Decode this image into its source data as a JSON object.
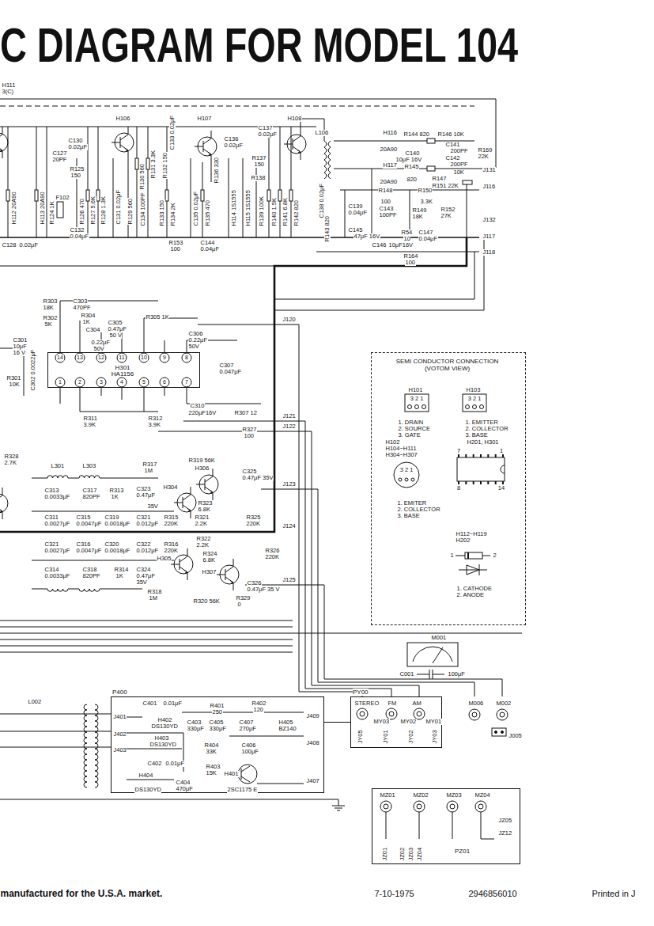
{
  "diagram": {
    "title": "C DIAGRAM FOR MODEL 104",
    "nodes": [
      {
        "text": [
          "SEMI CONDUCTOR CONNECTION (VOTOM VIEW)"
        ]
      },
      {
        "text": [
          "H301",
          "HA1156"
        ]
      },
      {
        "text": [
          "P400"
        ]
      },
      {
        "text": [
          "PY00"
        ]
      },
      {
        "text": [
          "PZ01"
        ]
      }
    ],
    "edges": [
      {
        "from": 2,
        "to": 3,
        "arrow": "none"
      }
    ],
    "labels": [
      "H111",
      "3(C)",
      "H106",
      "H107",
      "H108",
      "C127",
      "20PF",
      "C130",
      "0.02μF",
      "R125",
      "150",
      "F102",
      "C132",
      "0.04μF",
      "C128",
      "0.02μF",
      "H112 20A90",
      "H113 20A90",
      "R124 1K",
      "R126 470",
      "R127 5.6K",
      "R128 1.3K",
      "C131 0.02μF",
      "R129 560",
      "R130 560",
      "C134 100PF",
      "R131 3.3K",
      "R133 150",
      "R132 150",
      "C133 0.02μF",
      "R134 2K",
      "C135 0.02μF",
      "R135 470",
      "R136 330",
      "H114 1S1555",
      "H115 1S1555",
      "C136",
      "0.02μF",
      "C137",
      "0.02μF",
      "R137",
      "150",
      "R138",
      "R139 100K",
      "R140 1.5K",
      "R141 6.8K",
      "R142 820",
      "C138 0.02μF",
      "R143 820",
      "L106",
      "H116",
      "20A90",
      "H117",
      "20A90",
      "R144 820",
      "R146 10K",
      "C141",
      "200PF",
      "C140",
      "10μF 16V",
      "R145",
      "820",
      "C142",
      "200PF",
      "R147",
      "10K",
      "R151 22K",
      "R169",
      "22K",
      "J131",
      "J116",
      "J132",
      "J117",
      "J118",
      "R148",
      "100",
      "R150",
      "3.3K",
      "C139",
      "0.04μF",
      "C143",
      "100PF",
      "R149",
      "18K",
      "R152",
      "27K",
      "C145",
      "47μF 16V",
      "R54",
      "10",
      "C147",
      "0.04μF",
      "C146",
      "10μF16V",
      "R164",
      "100",
      "R153",
      "100",
      "C144",
      "0.04μF",
      "R303",
      "18K",
      "C303",
      "470PF",
      "R302",
      "5K",
      "R304",
      "1K",
      "C304",
      "0.22μF",
      "50V",
      "C305",
      "0.47μF",
      "50 V",
      "R305 1K",
      "C306",
      "0.22μF",
      "50V",
      "C301",
      "10μF",
      "16 V",
      "C302 0.0022μF",
      "R301",
      "10K",
      "14",
      "13",
      "12",
      "11",
      "10",
      "9",
      "8",
      "1",
      "2",
      "3",
      "4",
      "5",
      "6",
      "7",
      "C307",
      "0.047μF",
      "J120",
      "C310",
      "220μF16V",
      "R307 12",
      "R311",
      "3.9K",
      "R312",
      "3.9K",
      "R327",
      "100",
      "J121",
      "J122",
      "R328",
      "2.7K",
      "L301",
      "L303",
      "R317",
      "1M",
      "R319 56K",
      "H306",
      "H304",
      "C313",
      "0.0033μF",
      "C317",
      "820PF",
      "R313",
      "1K",
      "C323",
      "0.47μF",
      "35V",
      "R323",
      "6.8K",
      "C325",
      "0.47μF 35V",
      "J123",
      "C311",
      "0.0027μF",
      "C315",
      "0.0047μF",
      "C319",
      "0.0018μF",
      "C321",
      "0.012μF",
      "R315",
      "220K",
      "R321",
      "2.2K",
      "R325",
      "220K",
      "J124",
      "R322",
      "2.2K",
      "C321",
      "0.0027μF",
      "C316",
      "0.0047μF",
      "C320",
      "0.0018μF",
      "C322",
      "0.012μF",
      "R316",
      "220K",
      "R324",
      "6.8K",
      "R326",
      "220K",
      "C314",
      "0.0033μF",
      "C318",
      "820PF",
      "R314",
      "1K",
      "C324",
      "0.47μF",
      "35V",
      "H305",
      "H307",
      "R318",
      "1M",
      "R320 56K",
      "C326",
      "0.47μF 35 V",
      "R329",
      "0",
      "J125",
      "H101",
      "H103",
      "3 2 1",
      "3 2 1",
      "1. DRAIN",
      "2. SOURCE",
      "3. GATE",
      "1. EMITTER",
      "2. COLLECTOR",
      "3. BASE",
      "H102",
      "H104~H111",
      "H304~H307",
      "H201, H301",
      "7",
      "1",
      "3 2 1",
      "8",
      "14",
      "1. EMITER",
      "2. COLLECTOR",
      "3. BASE",
      "H112~H119",
      "H202",
      "1",
      "2",
      "1. CATHODE",
      "2. ANODE",
      "M001",
      "C001",
      "100μF",
      "L002",
      "J401",
      "J402",
      "J403",
      "C401",
      "0.01μF",
      "H402",
      "DS130YD",
      "H403",
      "DS130YD",
      "C402",
      "0.01μF",
      "H404",
      "DS130YD",
      "C403",
      "330μF",
      "R401",
      "250",
      "R402",
      "120",
      "C405",
      "330μF",
      "C407",
      "270μF",
      "H405",
      "BZ140",
      "J409",
      "J408",
      "J407",
      "R404",
      "33K",
      "C406",
      "100μF",
      "R403",
      "15K",
      "C404",
      "470μF",
      "H401",
      "2SC1175 E",
      "STEREO",
      "FM",
      "AM",
      "MY03",
      "MY02",
      "MY01",
      "JY05",
      "JY01",
      "JY02",
      "JY03",
      "M006",
      "M002",
      "J005",
      "MZ01",
      "MZ02",
      "MZ03",
      "MZ04",
      "JZ05",
      "JZ12",
      "JZ01",
      "JZ02",
      "JZ03",
      "JZ04",
      "manufactured for the U.S.A. market.",
      "7-10-1975",
      "2946856010",
      "Printed in J"
    ]
  }
}
